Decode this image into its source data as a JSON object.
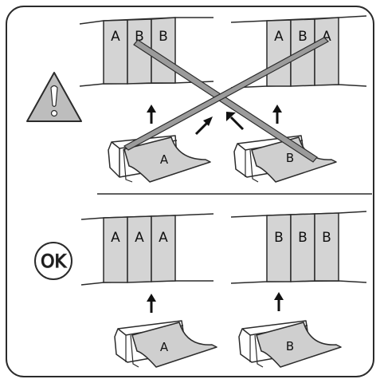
{
  "colors": {
    "frame": "#2b2b2b",
    "panel_fill": "#d4d4d4",
    "sheet_fill": "#cfcfcf",
    "warning_fill": "#bdbdbd",
    "cross_fill": "#9b9b9b",
    "ok_fill": "#ffffff",
    "ink": "#111111"
  },
  "icons": {
    "warning": "warning-triangle-icon",
    "ok": "ok-circle-icon",
    "printer": "printer-icon",
    "arrow": "up-arrow-icon",
    "cross": "cross-out-icon"
  },
  "wrong_section": {
    "left_wall_panels": [
      "A",
      "B",
      "B"
    ],
    "right_wall_panels": [
      "A",
      "B",
      "A"
    ],
    "left_printer_sheet": "A",
    "right_printer_sheet": "B"
  },
  "correct_section": {
    "badge": "OK",
    "left_wall_panels": [
      "A",
      "A",
      "A"
    ],
    "right_wall_panels": [
      "B",
      "B",
      "B"
    ],
    "left_printer_sheet": "A",
    "right_printer_sheet": "B"
  }
}
